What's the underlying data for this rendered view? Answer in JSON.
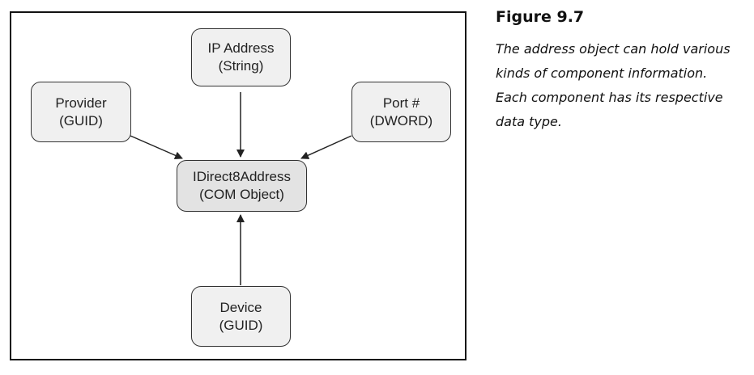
{
  "diagram": {
    "nodes": {
      "ip_address": {
        "line1": "IP Address",
        "line2": "(String)"
      },
      "provider": {
        "line1": "Provider",
        "line2": "(GUID)"
      },
      "port": {
        "line1": "Port #",
        "line2": "(DWORD)"
      },
      "center": {
        "line1": "IDirect8Address",
        "line2": "(COM Object)"
      },
      "device": {
        "line1": "Device",
        "line2": "(GUID)"
      }
    },
    "edges": [
      {
        "from": "ip_address",
        "to": "center"
      },
      {
        "from": "provider",
        "to": "center"
      },
      {
        "from": "port",
        "to": "center"
      },
      {
        "from": "device",
        "to": "center"
      }
    ]
  },
  "caption": {
    "title": "Figure 9.7",
    "lines": [
      "The address object can hold various",
      "kinds of component information.",
      "Each component has its respective",
      "data type."
    ]
  }
}
